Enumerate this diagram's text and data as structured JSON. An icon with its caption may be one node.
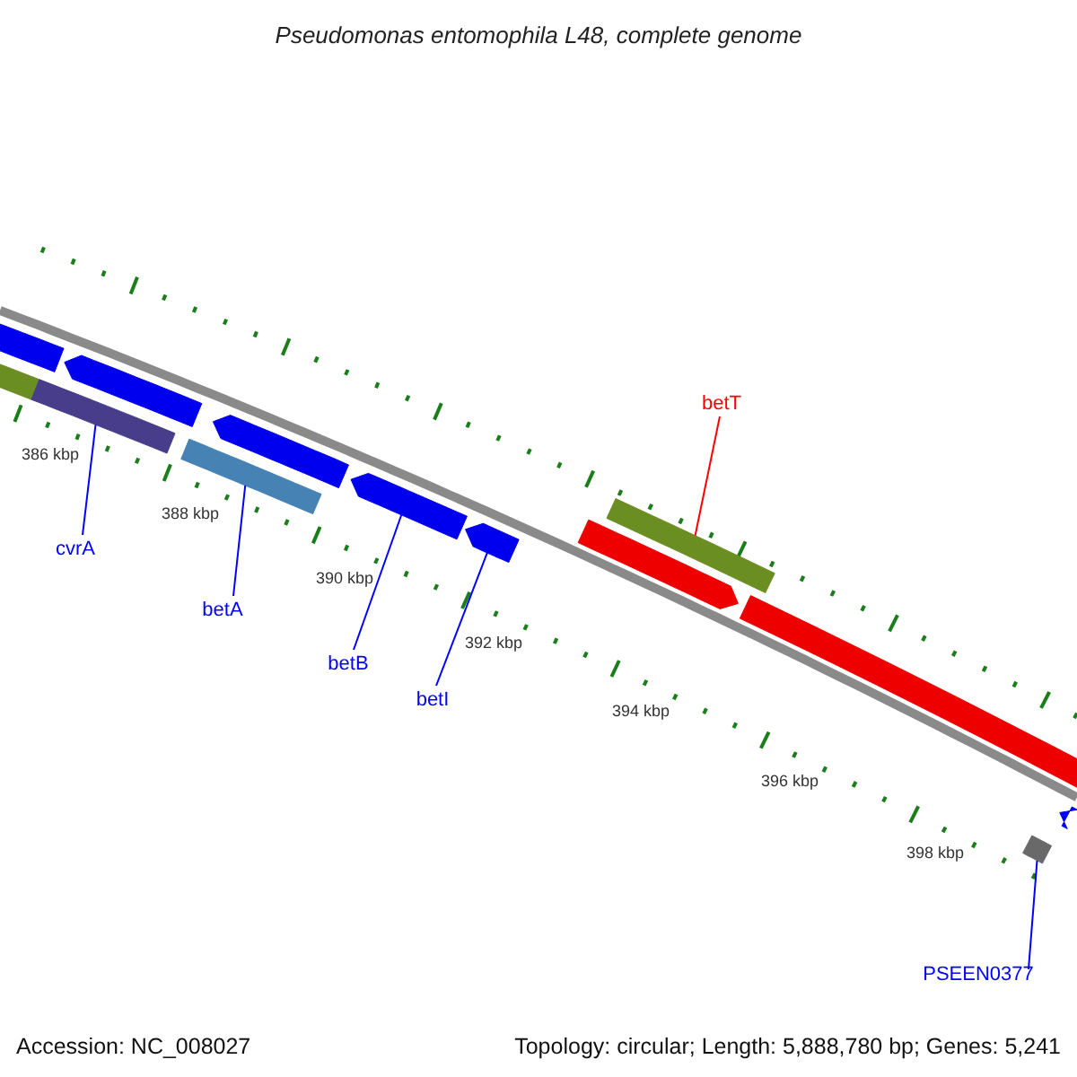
{
  "diagram": {
    "title": "Pseudomonas entomophila L48, complete genome",
    "nodes": [
      {
        "text": [],
        "shape": "bar"
      },
      {
        "text": [],
        "shape": "bar"
      },
      {
        "text": [],
        "shape": "bar"
      },
      {
        "text": [],
        "shape": "bar"
      },
      {
        "text": [
          "cvrA"
        ]
      },
      {
        "text": [],
        "shape": "bar"
      },
      {
        "text": [],
        "shape": "bar"
      },
      {
        "text": [
          "betA"
        ]
      },
      {
        "text": [],
        "shape": "bar"
      },
      {
        "text": [
          "betB"
        ]
      },
      {
        "text": [],
        "shape": "bar"
      },
      {
        "text": [
          "betI"
        ]
      },
      {
        "text": [],
        "shape": "bar"
      },
      {
        "text": [],
        "shape": "bar"
      },
      {
        "text": [
          "betT"
        ]
      },
      {
        "text": [],
        "shape": "bar"
      },
      {
        "text": [],
        "shape": "bar"
      },
      {
        "text": [],
        "shape": "bar"
      },
      {
        "text": [
          "PSEEN0377"
        ]
      }
    ],
    "edges": [
      {
        "from": 4,
        "to": 3,
        "arrow": "none"
      },
      {
        "from": 7,
        "to": 6,
        "arrow": "none"
      },
      {
        "from": 9,
        "to": 8,
        "arrow": "none"
      },
      {
        "from": 11,
        "to": 10,
        "arrow": "none"
      },
      {
        "from": 14,
        "to": 13,
        "arrow": "none",
        "color": "#ff0000"
      },
      {
        "from": 18,
        "to": 17,
        "arrow": "none"
      }
    ],
    "labels": [
      "386 kbp",
      "388 kbp",
      "390 kbp",
      "392 kbp",
      "394 kbp",
      "396 kbp",
      "398 kbp",
      "Accession: NC_008027",
      "Topology: circular; Length: 5,888,780 bp; Genes: 5,241"
    ]
  }
}
